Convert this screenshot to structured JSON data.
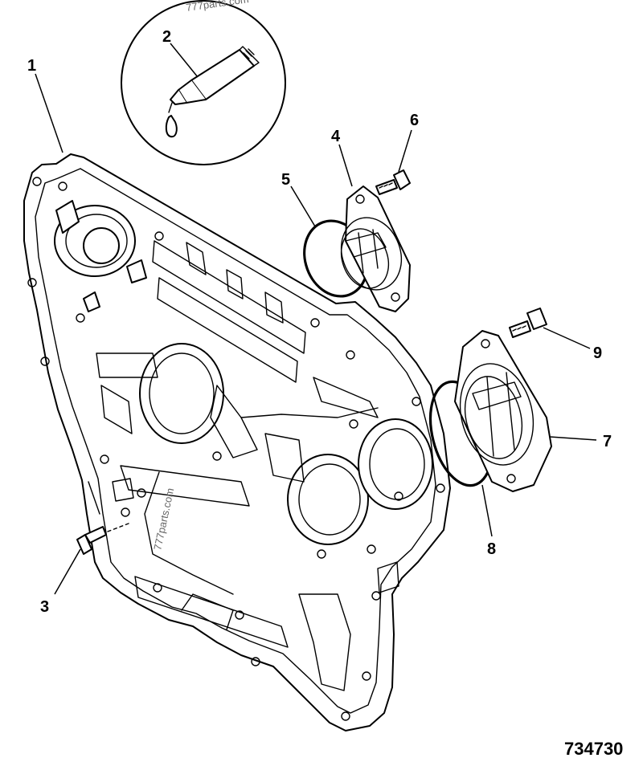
{
  "watermarks": {
    "top": "777parts.com",
    "center": "777parts.com"
  },
  "figure_number": "734730",
  "callouts": [
    {
      "id": "1",
      "label": "1",
      "part": "timing-case"
    },
    {
      "id": "2",
      "label": "2",
      "part": "sealant-tube"
    },
    {
      "id": "3",
      "label": "3",
      "part": "flange-bolt"
    },
    {
      "id": "4",
      "label": "4",
      "part": "upper-cover-plate"
    },
    {
      "id": "5",
      "label": "5",
      "part": "upper-o-ring"
    },
    {
      "id": "6",
      "label": "6",
      "part": "upper-bolt"
    },
    {
      "id": "7",
      "label": "7",
      "part": "lower-cover-plate"
    },
    {
      "id": "8",
      "label": "8",
      "part": "lower-o-ring"
    },
    {
      "id": "9",
      "label": "9",
      "part": "lower-bolt"
    }
  ],
  "colors": {
    "line": "#000000",
    "background": "#ffffff",
    "watermark": "#666666"
  }
}
